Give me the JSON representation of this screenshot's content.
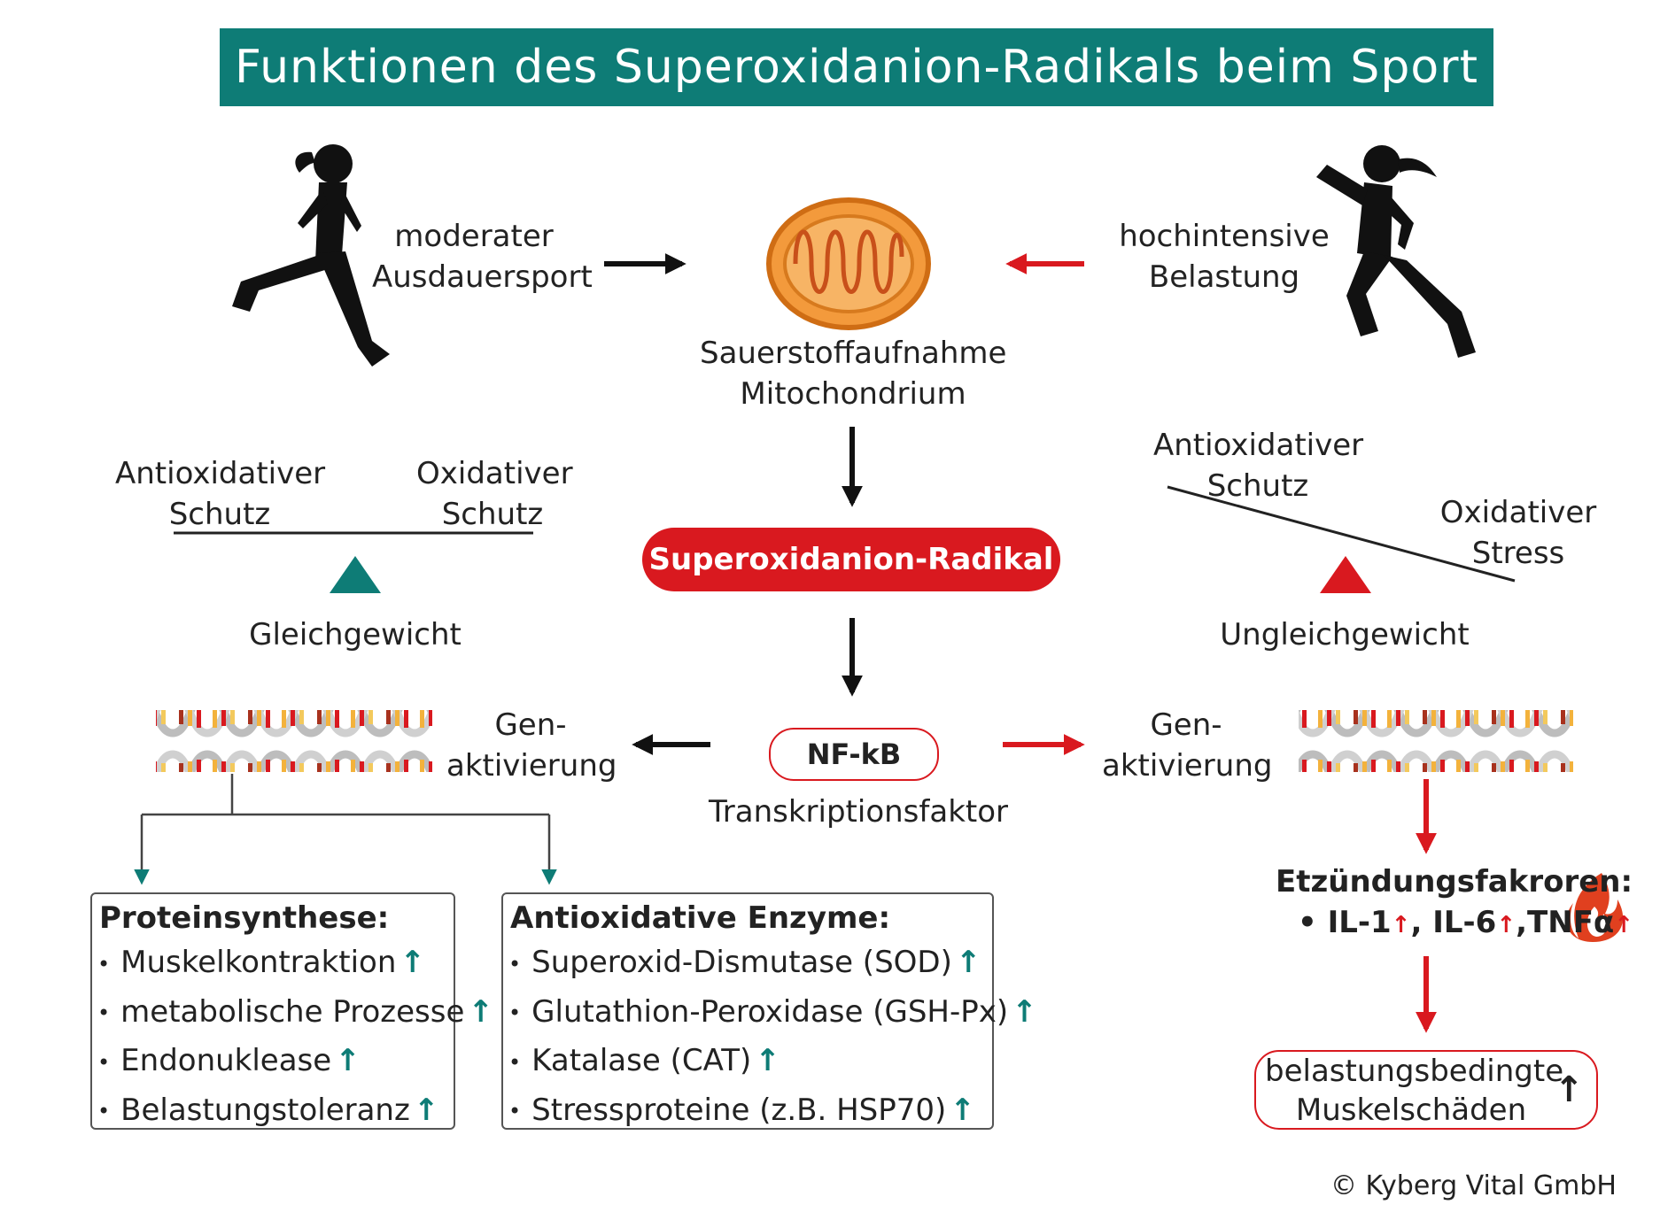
{
  "title": "Funktionen des Superoxidanion-Radikals beim Sport",
  "left_activity": {
    "line1": "moderater",
    "line2": "Ausdauersport"
  },
  "right_activity": {
    "line1": "hochintensive",
    "line2": "Belastung"
  },
  "mitochondrion": {
    "line1": "Sauerstoffaufnahme",
    "line2": "Mitochondrium"
  },
  "radical": "Superoxidanion-Radikal",
  "transcription": {
    "name": "NF-kB",
    "label": "Transkriptionsfaktor"
  },
  "balance_left": {
    "left_line1": "Antioxidativer",
    "left_line2": "Schutz",
    "right_line1": "Oxidativer",
    "right_line2": "Schutz",
    "state": "Gleichgewicht"
  },
  "balance_right": {
    "left_line1": "Antioxidativer",
    "left_line2": "Schutz",
    "right_line1": "Oxidativer",
    "right_line2": "Stress",
    "state": "Ungleichgewicht"
  },
  "gene_left": {
    "line1": "Gen-",
    "line2": "aktivierung"
  },
  "gene_right": {
    "line1": "Gen-",
    "line2": "aktivierung"
  },
  "protein_box": {
    "heading": "Proteinsynthese:",
    "items": [
      "Muskelkontraktion",
      "metabolische Prozesse",
      "Endonuklease",
      "Belastungstoleranz"
    ]
  },
  "enzyme_box": {
    "heading": "Antioxidative Enzyme:",
    "items": [
      "Superoxid-Dismutase (SOD)",
      "Glutathion-Peroxidase (GSH-Px)",
      "Katalase (CAT)",
      "Stressproteine (z.B. HSP70)"
    ]
  },
  "inflammation": {
    "heading": "Etzündungsfakroren:",
    "bullet": "•",
    "items": [
      "IL-1",
      "IL-6",
      "TNFα"
    ],
    "separator": ", ",
    "separator2": ","
  },
  "damage": {
    "line1": "belastungsbedingte",
    "line2": "Muskelschäden",
    "arrow": "↑"
  },
  "copyright": "© Kyberg Vital GmbH",
  "symbols": {
    "bullet": "•",
    "up": "↑"
  },
  "colors": {
    "teal": "#0e7c76",
    "red": "#d9191f",
    "orange": "#f39a3c",
    "black": "#111111"
  },
  "icons": [
    "runner-silhouette-icon",
    "sprinter-silhouette-icon",
    "mitochondrion-icon",
    "dna-helix-icon",
    "flame-icon"
  ]
}
